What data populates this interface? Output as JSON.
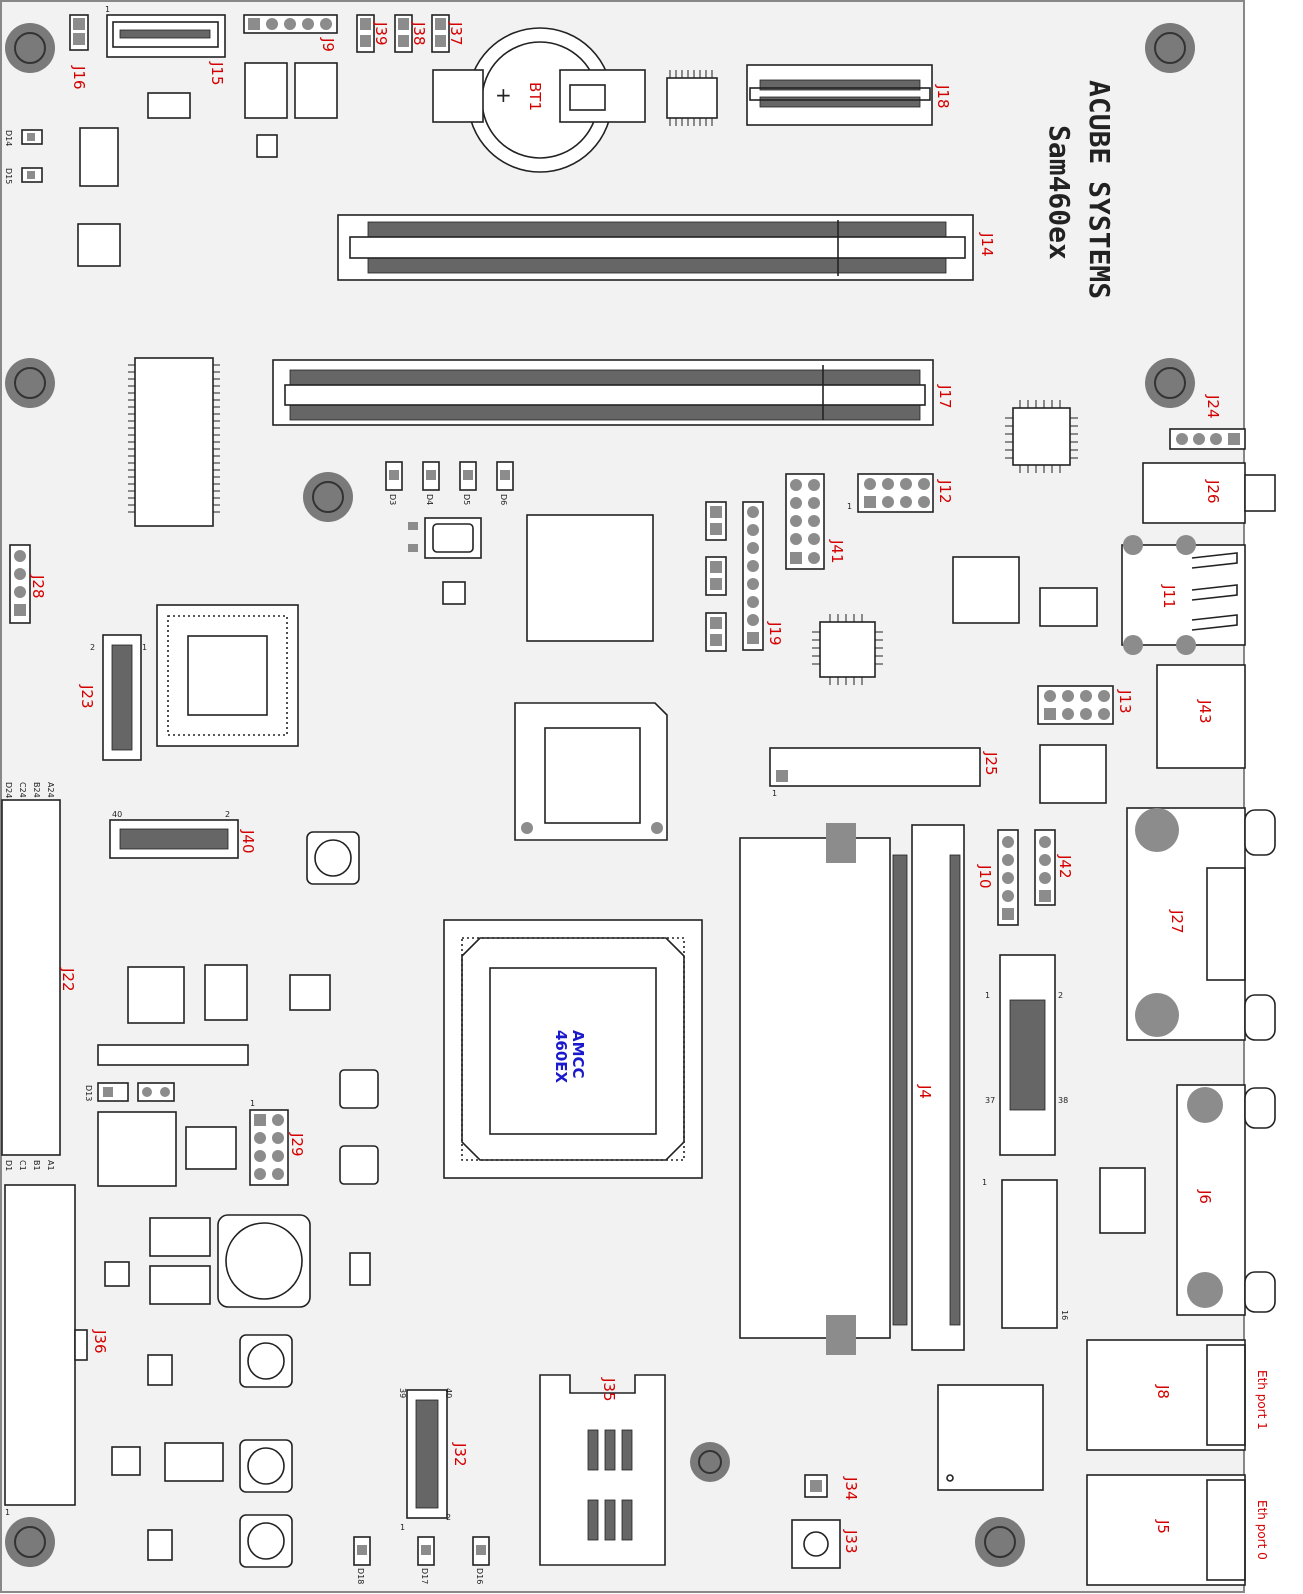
{
  "colors": {
    "board_bg": "#f2f2f2",
    "outline": "#222222",
    "label_red": "#d40000",
    "label_blue": "#1a1acc",
    "pad_gray": "#8c8c8c",
    "hole_gray": "#7a7a7a",
    "pin_fill": "#666666"
  },
  "board": {
    "manufacturer": "ACUBE SYSTEMS",
    "model": "Sam460ex",
    "cpu_line1": "AMCC",
    "cpu_line2": "460EX"
  },
  "refs": {
    "J16": "J16",
    "J15": "J15",
    "J9": "J9",
    "J39": "J39",
    "J38": "J38",
    "J37": "J37",
    "BT1": "BT1",
    "J18": "J18",
    "J14": "J14",
    "J17": "J17",
    "J24": "J24",
    "J26": "J26",
    "J12": "J12",
    "J41": "J41",
    "J19": "J19",
    "J11": "J11",
    "J28": "J28",
    "J23": "J23",
    "J13": "J13",
    "J43": "J43",
    "J25": "J25",
    "J40": "J40",
    "J10": "J10",
    "J42": "J42",
    "J27": "J27",
    "J22": "J22",
    "J4": "J4",
    "J29": "J29",
    "J6": "J6",
    "J36": "J36",
    "J35": "J35",
    "J8": "J8",
    "J32": "J32",
    "J34": "J34",
    "J33": "J33",
    "J5": "J5",
    "D3": "D3",
    "D4": "D4",
    "D5": "D5",
    "D6": "D6",
    "D13": "D13",
    "D14": "D14",
    "D15": "D15",
    "D16": "D16",
    "D17": "D17",
    "D18": "D18"
  },
  "port_labels": {
    "eth1": "Eth port 1",
    "eth0": "Eth port 0"
  },
  "pin_marks": {
    "one": "1",
    "two": "2",
    "n16": "16",
    "n37": "37",
    "n38": "38",
    "n39": "39",
    "n40": "40",
    "a1": "A1",
    "b1": "B1",
    "c1": "C1",
    "d1": "D1",
    "a24": "A24",
    "b24": "B24",
    "c24": "C24",
    "d24": "D24"
  }
}
